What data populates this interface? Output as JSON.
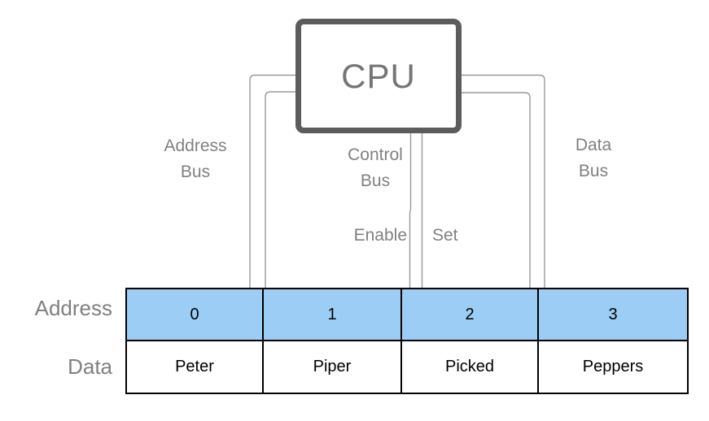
{
  "cpu": {
    "label": "CPU"
  },
  "bus_labels": {
    "address": {
      "line1": "Address",
      "line2": "Bus"
    },
    "control": {
      "line1": "Control",
      "line2": "Bus"
    },
    "data": {
      "line1": "Data",
      "line2": "Bus"
    }
  },
  "signal_labels": {
    "enable": "Enable",
    "set": "Set"
  },
  "memory": {
    "row_labels": {
      "address": "Address",
      "data": "Data"
    },
    "addresses": [
      "0",
      "1",
      "2",
      "3"
    ],
    "data": [
      "Peter",
      "Piper",
      "Picked",
      "Peppers"
    ]
  },
  "colors": {
    "address_row_fill": "#9bcdf5",
    "cpu_border": "#5c5c5c",
    "cpu_text": "#757575",
    "label_text": "#808080",
    "wire": "#9a9a9a",
    "table_border": "#000000"
  }
}
